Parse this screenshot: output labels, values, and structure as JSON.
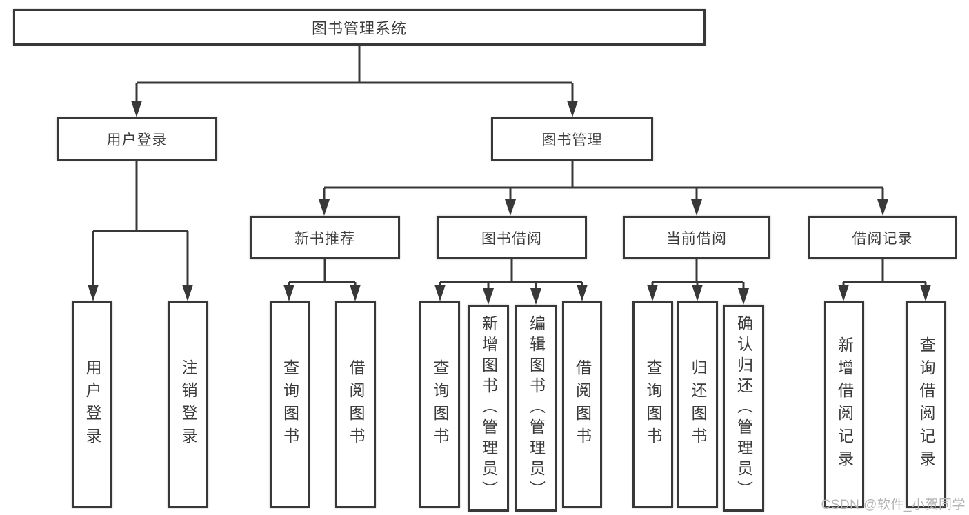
{
  "colors": {
    "line": "#383838",
    "box_border": "#383838",
    "box_fill": "#ffffff",
    "text": "#3c3c3c",
    "watermark": "#b4b4b4",
    "background": "#ffffff"
  },
  "watermark": {
    "text": "CSDN @软件_小贺同学"
  },
  "tree": {
    "root": "图书管理系统",
    "branches": [
      {
        "label": "用户登录",
        "children": [
          "用户登录",
          "注销登录"
        ]
      },
      {
        "label": "图书管理",
        "children": [
          {
            "label": "新书推荐",
            "children": [
              "查询图书",
              "借阅图书"
            ]
          },
          {
            "label": "图书借阅",
            "children": [
              "查询图书",
              "新增图书（管理员）",
              "编辑图书（管理员）",
              "借阅图书"
            ]
          },
          {
            "label": "当前借阅",
            "children": [
              "查询图书",
              "归还图书",
              "确认归还（管理员）"
            ]
          },
          {
            "label": "借阅记录",
            "children": [
              "新增借阅记录",
              "查询借阅记录"
            ]
          }
        ]
      }
    ]
  }
}
